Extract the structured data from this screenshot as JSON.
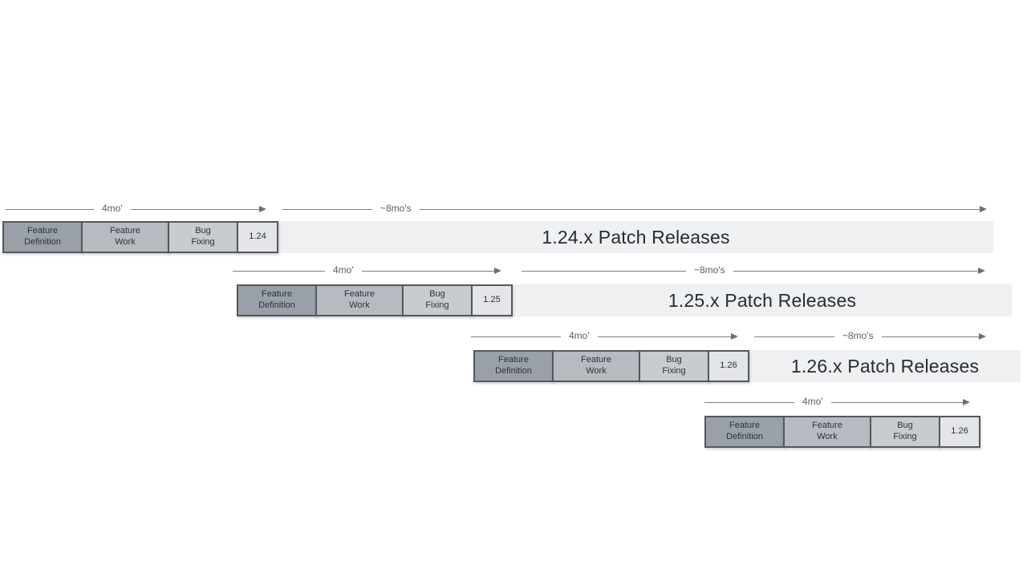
{
  "diagram": {
    "description": "Staggered release cadence timeline with four overlapping release cycles",
    "colors": {
      "background": "#ffffff",
      "feature_definition_fill": "#9aa0a8",
      "feature_work_fill": "#b6bbc1",
      "bug_fixing_fill": "#c8ccd1",
      "version_box_fill": "#e3e5e8",
      "patch_bar_fill": "#eef0f2",
      "box_border": "#54585c",
      "arrow_line": "#7a8085",
      "duration_text": "#595e64",
      "patch_text": "#272c32"
    },
    "rows": [
      {
        "version": "1.24",
        "four_mo_label": "4mo'",
        "eight_mo_label": "~8mo's",
        "patch_label": "1.24.x Patch Releases",
        "phases": {
          "feature_definition": "Feature\nDefinition",
          "feature_work": "Feature\nWork",
          "bug_fixing": "Bug\nFixing"
        }
      },
      {
        "version": "1.25",
        "four_mo_label": "4mo'",
        "eight_mo_label": "~8mo's",
        "patch_label": "1.25.x Patch Releases",
        "phases": {
          "feature_definition": "Feature\nDefinition",
          "feature_work": "Feature\nWork",
          "bug_fixing": "Bug\nFixing"
        }
      },
      {
        "version": "1.26",
        "four_mo_label": "4mo'",
        "eight_mo_label": "~8mo's",
        "patch_label": "1.26.x Patch Releases",
        "phases": {
          "feature_definition": "Feature\nDefinition",
          "feature_work": "Feature\nWork",
          "bug_fixing": "Bug\nFixing"
        }
      },
      {
        "version": "1.26",
        "four_mo_label": "4mo'",
        "phases": {
          "feature_definition": "Feature\nDefinition",
          "feature_work": "Feature\nWork",
          "bug_fixing": "Bug\nFixing"
        }
      }
    ]
  }
}
